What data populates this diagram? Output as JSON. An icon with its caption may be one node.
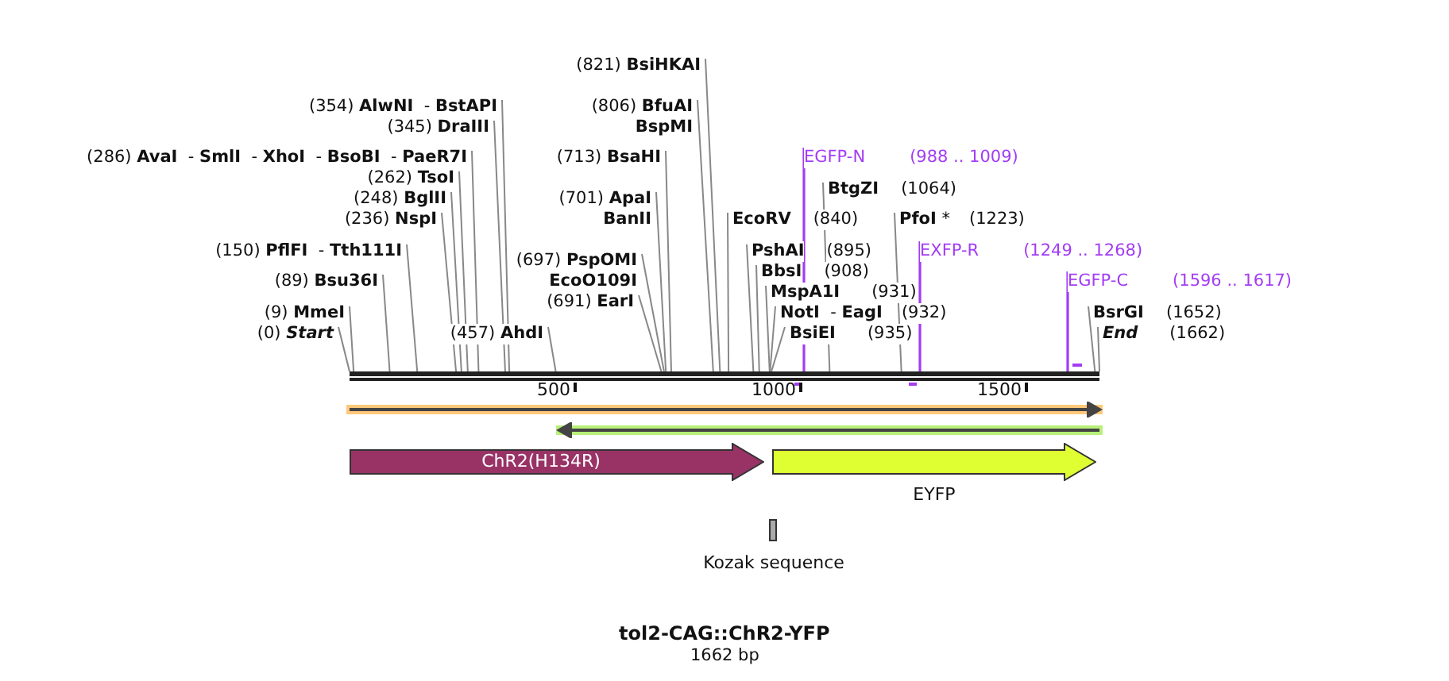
{
  "diagram": {
    "title": "tol2-CAG::ChR2-YFP",
    "caption": "1662 bp",
    "nodes": [
      {
        "text": [
          "(821) **BsiHKAI**"
        ]
      },
      {
        "text": [
          "(806) **BfuAI**",
          "**BspMI**"
        ]
      },
      {
        "text": [
          "(354) **AlwNI**  - **BstAPI**"
        ]
      },
      {
        "text": [
          "(345) **DraIII**"
        ]
      },
      {
        "text": [
          "(286) **AvaI**  - **SmlI**  - **XhoI**  - **BsoBI**  - **PaeR7I**"
        ]
      },
      {
        "text": [
          "(713) **BsaHI**"
        ]
      },
      {
        "text": [
          "EGFP-N",
          "(988 .. 1009)"
        ]
      },
      {
        "text": [
          "(262) **TsoI**"
        ]
      },
      {
        "text": [
          "**BtgZI**",
          "(1064)"
        ]
      },
      {
        "text": [
          "(248) **BglII**"
        ]
      },
      {
        "text": [
          "(701) **ApaI**",
          "**BanII**"
        ]
      },
      {
        "text": [
          "(236) **NspI**"
        ]
      },
      {
        "text": [
          "**EcoRV**",
          "(840)"
        ]
      },
      {
        "text": [
          "**PfoI** *",
          "(1223)"
        ]
      },
      {
        "text": [
          "(150) **PflFI**  - **Tth111I**"
        ]
      },
      {
        "text": [
          "**PshAI**",
          "(895)"
        ]
      },
      {
        "text": [
          "EXFP-R",
          "(1249 .. 1268)"
        ]
      },
      {
        "text": [
          "(697) **PspOMI**",
          "**EcoO109I**"
        ]
      },
      {
        "text": [
          "**BbsI**",
          "(908)"
        ]
      },
      {
        "text": [
          "(89) **Bsu36I**"
        ]
      },
      {
        "text": [
          "EGFP-C",
          "(1596 .. 1617)"
        ]
      },
      {
        "text": [
          "**MspA1I**",
          "(931)"
        ]
      },
      {
        "text": [
          "(691) **EarI**"
        ]
      },
      {
        "text": [
          "(9) **MmeI**"
        ]
      },
      {
        "text": [
          "**NotI**  - **EagI**",
          "(932)"
        ]
      },
      {
        "text": [
          "**BsrGI**",
          "(1652)"
        ]
      },
      {
        "text": [
          "(0) *Start*"
        ]
      },
      {
        "text": [
          "(457) **AhdI**"
        ]
      },
      {
        "text": [
          "**BsiEI**",
          "(935)"
        ]
      },
      {
        "text": [
          "*End*",
          "(1662)"
        ]
      },
      {
        "text": [],
        "shape": "bar"
      },
      {
        "text": [],
        "shape": "arrow"
      },
      {
        "text": [],
        "shape": "arrow"
      },
      {
        "text": [
          "ChR2(H134R)"
        ]
      },
      {
        "text": [
          "EYFP"
        ]
      },
      {
        "text": [
          "Kozak sequence"
        ]
      }
    ],
    "edges": [
      {
        "from": 0,
        "to": 30,
        "arrow": "none"
      },
      {
        "from": 1,
        "to": 30,
        "arrow": "none"
      },
      {
        "from": 2,
        "to": 30,
        "arrow": "none"
      },
      {
        "from": 3,
        "to": 30,
        "arrow": "none"
      },
      {
        "from": 4,
        "to": 30,
        "arrow": "none"
      },
      {
        "from": 5,
        "to": 30,
        "arrow": "none"
      },
      {
        "from": 6,
        "to": 30,
        "arrow": "none",
        "color": "#a33cf5"
      },
      {
        "from": 7,
        "to": 30,
        "arrow": "none"
      },
      {
        "from": 8,
        "to": 30,
        "arrow": "none"
      },
      {
        "from": 9,
        "to": 30,
        "arrow": "none"
      },
      {
        "from": 10,
        "to": 30,
        "arrow": "none"
      },
      {
        "from": 11,
        "to": 30,
        "arrow": "none"
      },
      {
        "from": 12,
        "to": 30,
        "arrow": "none"
      },
      {
        "from": 13,
        "to": 30,
        "arrow": "none"
      },
      {
        "from": 14,
        "to": 30,
        "arrow": "none"
      },
      {
        "from": 15,
        "to": 30,
        "arrow": "none"
      },
      {
        "from": 16,
        "to": 30,
        "arrow": "none",
        "color": "#a33cf5"
      },
      {
        "from": 17,
        "to": 30,
        "arrow": "none"
      },
      {
        "from": 18,
        "to": 30,
        "arrow": "none"
      },
      {
        "from": 19,
        "to": 30,
        "arrow": "none"
      },
      {
        "from": 20,
        "to": 30,
        "arrow": "none",
        "color": "#a33cf5"
      },
      {
        "from": 21,
        "to": 30,
        "arrow": "none"
      },
      {
        "from": 22,
        "to": 30,
        "arrow": "none"
      },
      {
        "from": 23,
        "to": 30,
        "arrow": "none"
      },
      {
        "from": 24,
        "to": 30,
        "arrow": "none"
      },
      {
        "from": 25,
        "to": 30,
        "arrow": "none"
      },
      {
        "from": 26,
        "to": 30,
        "arrow": "none"
      },
      {
        "from": 27,
        "to": 30,
        "arrow": "none"
      },
      {
        "from": 28,
        "to": 30,
        "arrow": "none"
      },
      {
        "from": 29,
        "to": 30,
        "arrow": "none"
      }
    ],
    "labels": [
      "500",
      "1000",
      "1500"
    ]
  }
}
